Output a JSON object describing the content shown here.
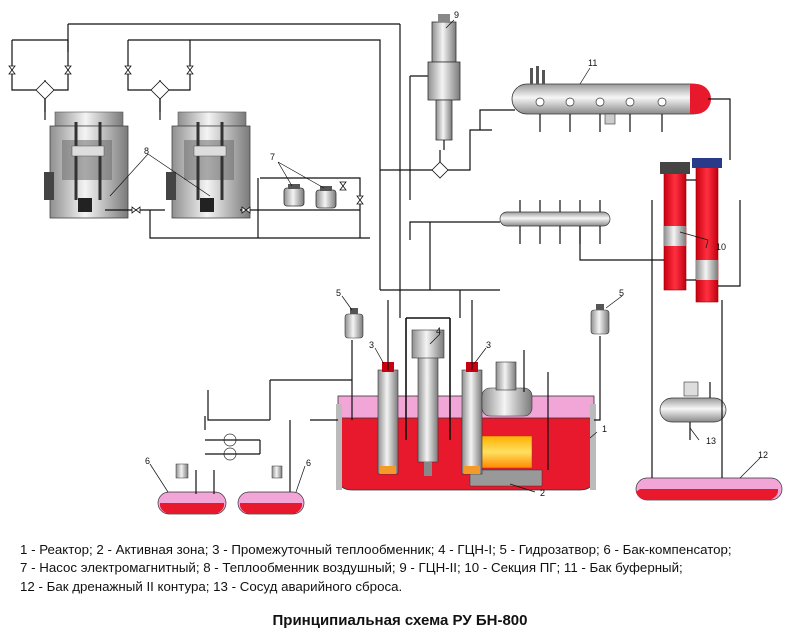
{
  "callouts": {
    "n1": "1",
    "n2": "2",
    "n3a": "3",
    "n3b": "3",
    "n4": "4",
    "n5a": "5",
    "n5b": "5",
    "n6a": "6",
    "n6b": "6",
    "n7": "7",
    "n8": "8",
    "n9": "9",
    "n10": "10",
    "n11": "11",
    "n12": "12",
    "n13": "13"
  },
  "legend": [
    "1 - Реактор; ",
    "2 - Активная зона; ",
    "3 - Промежуточный теплообменник; ",
    "4 - ГЦН-I; ",
    "5 - Гидрозатвор; ",
    "6 - Бак-компенсатор; ",
    "7 - Насос электромагнитный; ",
    "8 - Теплообменник воздушный; ",
    "9 - ГЦН-II; ",
    "10 - Секция ПГ; ",
    "11 - Бак буферный; ",
    "12 - Бак дренажный II контура; ",
    "13 - Сосуд аварийного сброса."
  ],
  "caption": "Принципиальная схема РУ БН-800",
  "colors": {
    "sodium": "#e8192c",
    "gas": "#f2a6d8",
    "metal": "#c8c8c8",
    "line": "#111111"
  }
}
